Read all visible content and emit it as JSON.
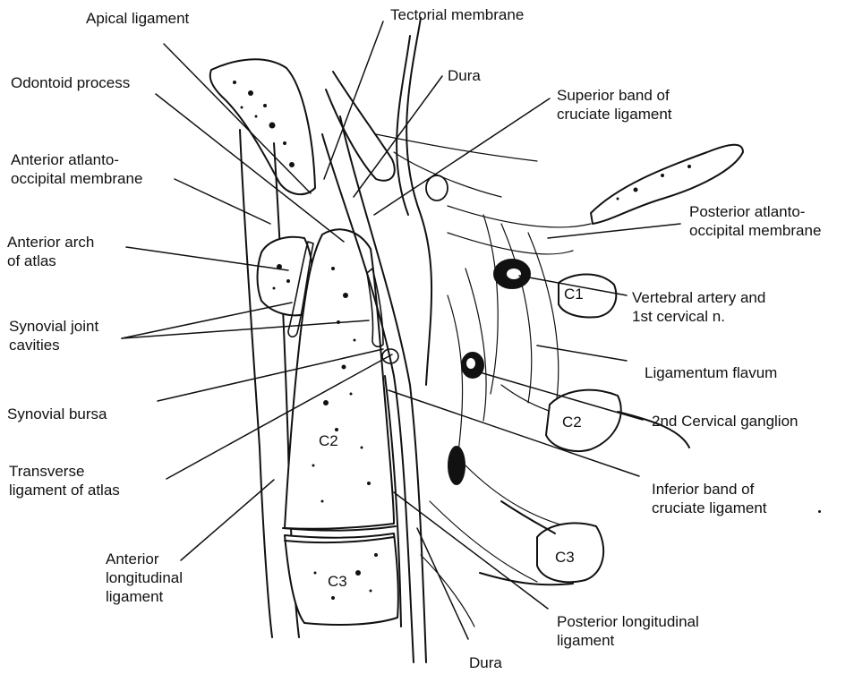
{
  "colors": {
    "ink": "#111111",
    "paper": "#ffffff"
  },
  "labels": {
    "apical_ligament": "Apical ligament",
    "tectorial_membrane": "Tectorial membrane",
    "dura_top": "Dura",
    "odontoid_process": "Odontoid process",
    "superior_band": [
      "Superior band of",
      "cruciate ligament"
    ],
    "anterior_atlanto_occipital": [
      "Anterior atlanto-",
      "occipital membrane"
    ],
    "posterior_atlanto_occipital": [
      "Posterior atlanto-",
      "occipital membrane"
    ],
    "anterior_arch": [
      "Anterior arch",
      "of atlas"
    ],
    "vertebral_artery": [
      "Vertebral artery and",
      "1st cervical n."
    ],
    "synovial_joint": [
      "Synovial joint",
      "cavities"
    ],
    "ligamentum_flavum": "Ligamentum flavum",
    "synovial_bursa": "Synovial bursa",
    "cervical_ganglion": "2nd Cervical ganglion",
    "transverse_ligament": [
      "Transverse",
      "ligament of atlas"
    ],
    "inferior_band": [
      "Inferior band of",
      "cruciate ligament"
    ],
    "anterior_longitudinal": [
      "Anterior",
      "longitudinal",
      "ligament"
    ],
    "posterior_longitudinal": [
      "Posterior longitudinal",
      "ligament"
    ],
    "dura_bottom": "Dura"
  },
  "vertebrae": {
    "c1": "C1",
    "c2_body": "C2",
    "c2_spine": "C2",
    "c3_body": "C3",
    "c3_spine": "C3"
  }
}
